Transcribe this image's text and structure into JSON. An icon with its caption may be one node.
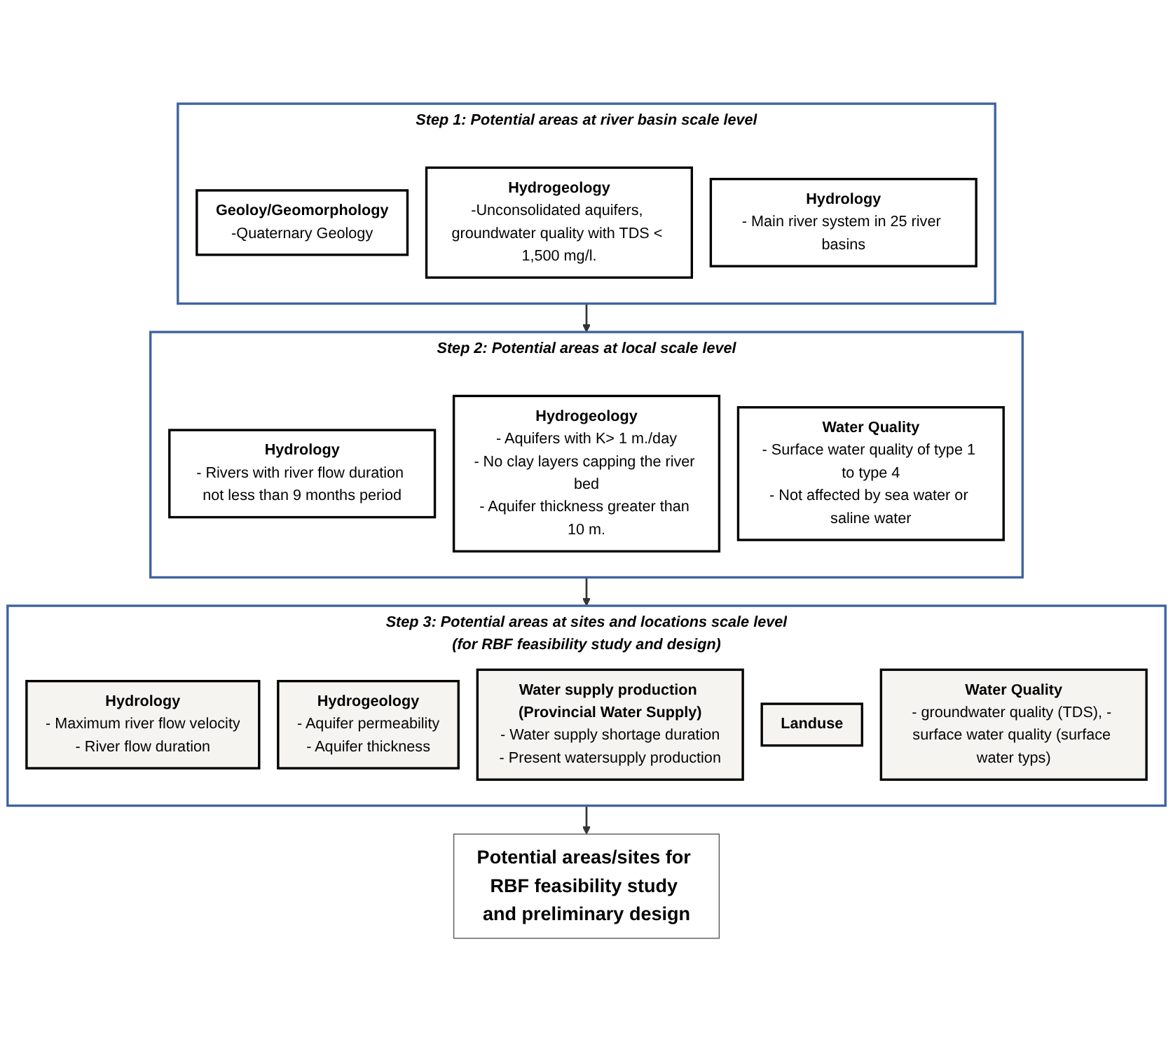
{
  "diagram": {
    "nodes": [
      {
        "text": [
          "Step 1: Potential areas at river basin scale level"
        ]
      },
      {
        "text": [
          "Geoloy/Geomorphology",
          "-Quaternary Geology"
        ],
        "in": 0
      },
      {
        "text": [
          "Hydrogeology",
          "-Unconsolidated aquifers, groundwater quality with TDS < 1,500 mg/l."
        ],
        "in": 0
      },
      {
        "text": [
          "Hydrology",
          "- Main river system in 25 river basins"
        ],
        "in": 0
      },
      {
        "text": [
          "Step 2: Potential areas at local scale level"
        ]
      },
      {
        "text": [
          "Hydrology",
          "- Rivers with river flow duration not less than 9 months period"
        ],
        "in": 4
      },
      {
        "text": [
          "Hydrogeology",
          "- Aquifers with K> 1 m./day",
          "- No clay layers capping the river bed",
          "- Aquifer thickness greater than 10 m."
        ],
        "in": 4
      },
      {
        "text": [
          "Water Quality",
          "- Surface water quality of type 1 to type 4",
          "- Not affected by sea water or saline water"
        ],
        "in": 4
      },
      {
        "text": [
          "Step 3: Potential areas at sites and locations scale level",
          "(for RBF feasibility study and design)"
        ]
      },
      {
        "text": [
          "Hydrology",
          "- Maximum river flow velocity",
          "- River flow duration"
        ],
        "in": 8
      },
      {
        "text": [
          "Hydrogeology",
          "- Aquifer permeability",
          "- Aquifer thickness"
        ],
        "in": 8
      },
      {
        "text": [
          "Water supply production (Provincial Water Supply)",
          "- Water supply shortage duration",
          "- Present watersupply production"
        ],
        "in": 8
      },
      {
        "text": [
          "Landuse"
        ],
        "in": 8
      },
      {
        "text": [
          "Water Quality",
          "- groundwater quality (TDS), - surface water quality (surface water typs)"
        ],
        "in": 8
      },
      {
        "text": [
          "Potential areas/sites for RBF feasibility study and preliminary design"
        ]
      }
    ],
    "edges": [
      {
        "from": 0,
        "to": 4,
        "arrow": "to"
      },
      {
        "from": 4,
        "to": 8,
        "arrow": "to"
      },
      {
        "from": 8,
        "to": 14,
        "arrow": "to"
      }
    ]
  }
}
